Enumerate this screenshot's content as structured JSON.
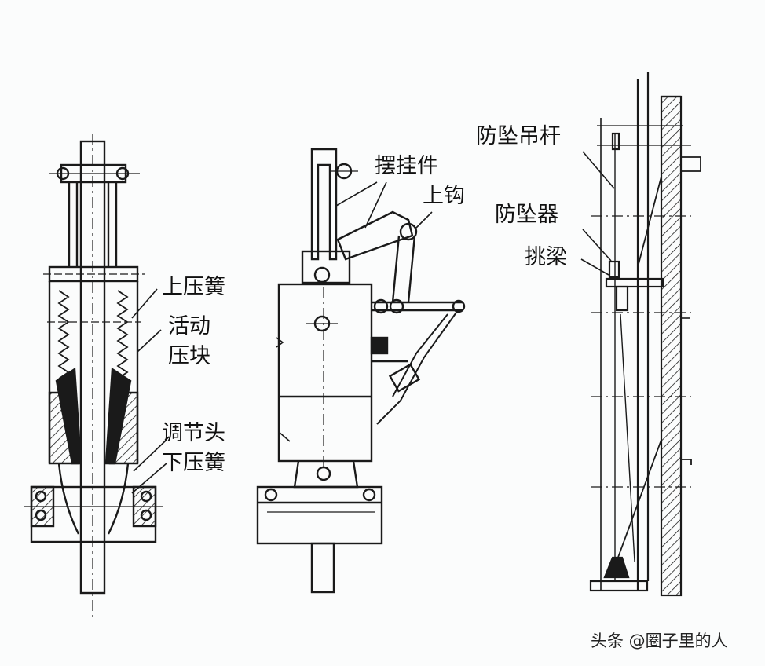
{
  "figure": {
    "left_drawing": {
      "labels": [
        "上压簧",
        "活动",
        "压块",
        "调节头",
        "下压簧"
      ]
    },
    "middle_drawing": {
      "labels": [
        "摆挂件",
        "上钩"
      ]
    },
    "right_drawing": {
      "labels": [
        "防坠吊杆",
        "防坠器",
        "挑梁"
      ]
    }
  },
  "watermark": "头条 @圈子里的人",
  "colors": {
    "line": "#1a1a1a",
    "hatch": "#1a1a1a",
    "background": "#fbfcfc"
  }
}
